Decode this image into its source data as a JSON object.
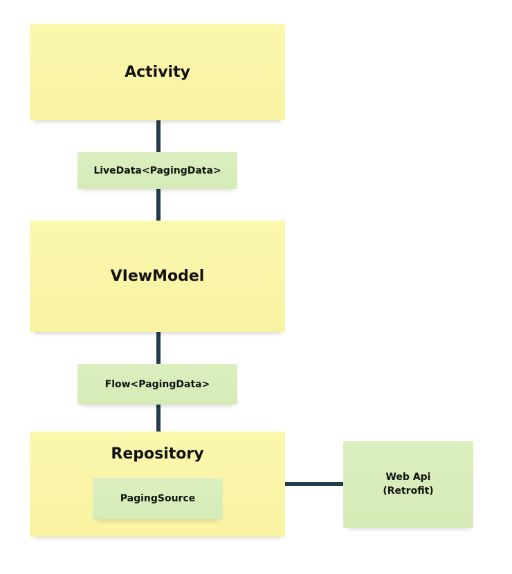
{
  "nodes": {
    "activity": {
      "label": "Activity"
    },
    "livedata": {
      "label": "LiveData<PagingData>"
    },
    "viewmodel": {
      "label": "VIewModel"
    },
    "flow": {
      "label": "Flow<PagingData>"
    },
    "repository": {
      "label": "Repository"
    },
    "paging_source": {
      "label": "PagingSource"
    },
    "web_api": {
      "line1": "Web Api",
      "line2": "(Retrofit)"
    }
  },
  "colors": {
    "layer_note": "#f9f4a6",
    "data_note": "#d8edbb",
    "connector": "#243b4a"
  }
}
